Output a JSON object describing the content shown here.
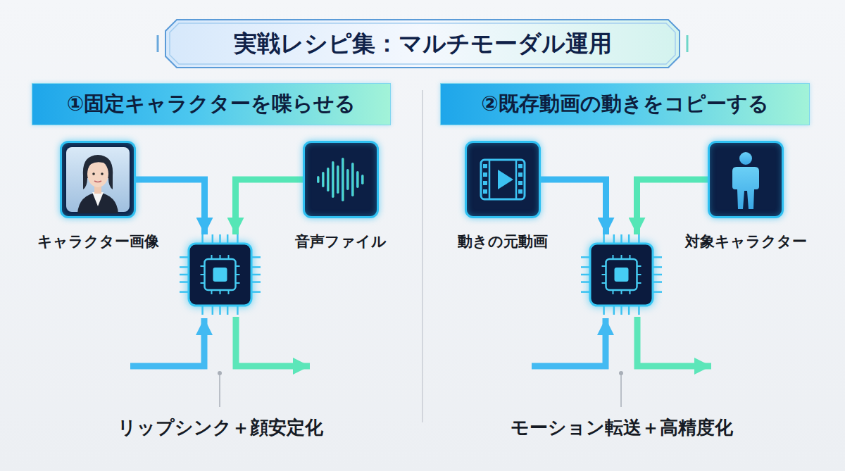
{
  "diagram": {
    "title": "実戦レシピ集：マルチモーダル運用",
    "nodes": [
      {
        "text": [
          "①固定キャラクターを喋らせる"
        ]
      },
      {
        "text": [
          "キャラクター画像"
        ]
      },
      {
        "text": [
          "音声ファイル"
        ]
      },
      {
        "text": [
          "リップシンク＋顔安定化"
        ]
      },
      {
        "text": [
          "②既存動画の動きをコピーする"
        ]
      },
      {
        "text": [
          "動きの元動画"
        ]
      },
      {
        "text": [
          "対象キャラクター"
        ]
      },
      {
        "text": [
          "モーション転送＋高精度化"
        ]
      }
    ],
    "edges": [
      {
        "from": 1,
        "to": 3,
        "arrow": "to"
      },
      {
        "from": 2,
        "to": 3,
        "arrow": "to"
      },
      {
        "from": 5,
        "to": 7,
        "arrow": "to"
      },
      {
        "from": 6,
        "to": 7,
        "arrow": "to"
      }
    ]
  }
}
